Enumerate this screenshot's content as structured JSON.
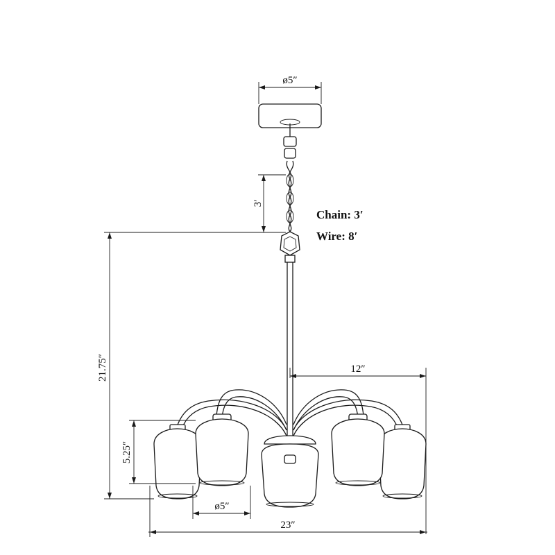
{
  "dimensions": {
    "canopy_diameter": "ø5″",
    "chain_length": "3′",
    "overall_height": "21.75″",
    "arm_reach": "12″",
    "shade_height": "5.25″",
    "shade_diameter": "ø5″",
    "overall_width": "23″"
  },
  "notes": {
    "chain": "Chain: 3′",
    "wire": "Wire: 8′"
  }
}
